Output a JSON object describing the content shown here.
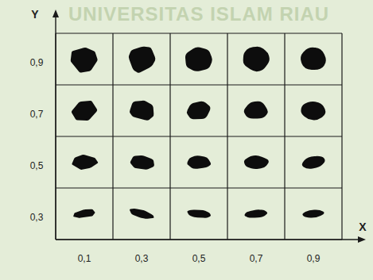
{
  "diagram": {
    "labels": [
      "UNIVERSITAS ISLAM RIAU",
      "Y",
      "0,9",
      "0,7",
      "0,5",
      "0,3",
      "X",
      "0,1",
      "0,3",
      "0,5",
      "0,7",
      "0,9"
    ]
  }
}
